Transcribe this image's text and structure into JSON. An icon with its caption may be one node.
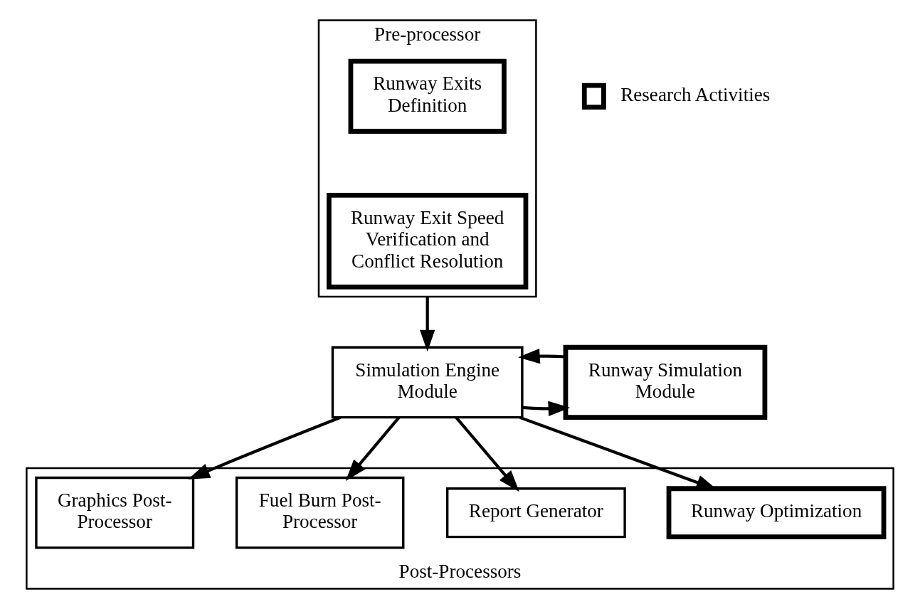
{
  "diagram": {
    "nodes": [
      {
        "text": [
          "Pre-processor"
        ]
      },
      {
        "text": [
          "Runway Exits Definition"
        ],
        "in": 0
      },
      {
        "text": [
          "Runway Exit Speed Verification and Conflict Resolution"
        ],
        "in": 0
      },
      {
        "text": [
          "Simulation Engine Module"
        ]
      },
      {
        "text": [
          "Runway Simulation Module"
        ]
      },
      {
        "text": [
          "Post-Processors"
        ]
      },
      {
        "text": [
          "Runway Optimization"
        ],
        "in": 5
      },
      {
        "text": [
          "Report Generator"
        ],
        "in": 5
      },
      {
        "text": [
          "Fuel Burn Post-Processor"
        ],
        "in": 5
      },
      {
        "text": [
          "Graphics Post-Processor"
        ],
        "in": 5
      }
    ],
    "edges": [
      {
        "from": 0,
        "to": 3,
        "arrow": "to"
      },
      {
        "from": 3,
        "to": 4,
        "arrow": "to"
      },
      {
        "from": 4,
        "to": 3,
        "arrow": "to"
      },
      {
        "from": 3,
        "to": 6,
        "arrow": "to"
      },
      {
        "from": 3,
        "to": 7,
        "arrow": "to"
      },
      {
        "from": 3,
        "to": 8,
        "arrow": "to"
      },
      {
        "from": 3,
        "to": 9,
        "arrow": "to"
      }
    ],
    "legend": [
      {
        "text": "Research Activities"
      }
    ]
  }
}
